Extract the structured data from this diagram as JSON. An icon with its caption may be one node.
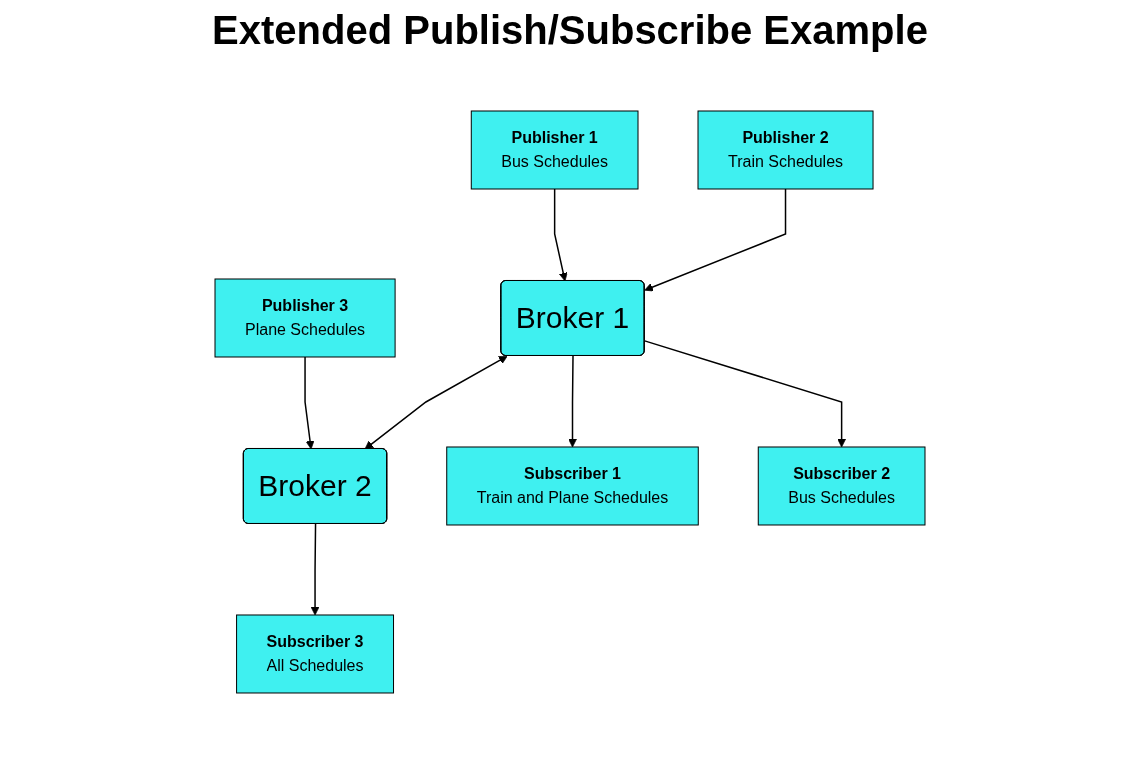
{
  "diagram": {
    "title": "Extended Publish/Subscribe Example",
    "nodes": [
      {
        "text": [
          "Publisher 1",
          "Bus Schedules"
        ]
      },
      {
        "text": [
          "Publisher 2",
          "Train Schedules"
        ]
      },
      {
        "text": [
          "Publisher 3",
          "Plane Schedules"
        ]
      },
      {
        "text": [
          "Broker 1"
        ]
      },
      {
        "text": [
          "Broker 2"
        ]
      },
      {
        "text": [
          "Subscriber 1",
          "Train and Plane Schedules"
        ]
      },
      {
        "text": [
          "Subscriber 2",
          "Bus Schedules"
        ]
      },
      {
        "text": [
          "Subscriber 3",
          "All Schedules"
        ]
      }
    ],
    "edges": [
      {
        "from": 0,
        "to": 3,
        "arrow": "to"
      },
      {
        "from": 1,
        "to": 3,
        "arrow": "to"
      },
      {
        "from": 2,
        "to": 4,
        "arrow": "to"
      },
      {
        "from": 3,
        "to": 4,
        "arrow": "both"
      },
      {
        "from": 3,
        "to": 5,
        "arrow": "to"
      },
      {
        "from": 3,
        "to": 6,
        "arrow": "to"
      },
      {
        "from": 4,
        "to": 7,
        "arrow": "to"
      }
    ]
  }
}
